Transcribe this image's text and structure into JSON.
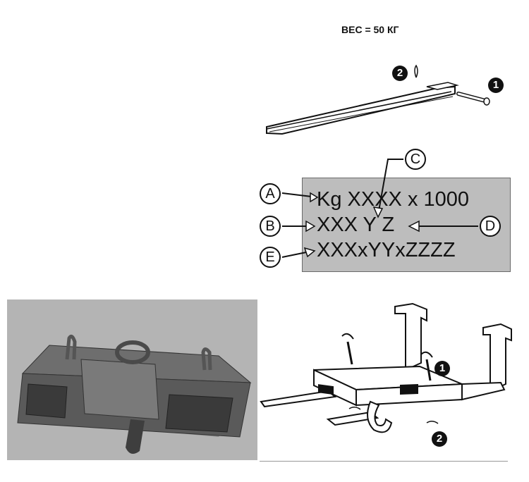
{
  "header": {
    "weight_label": "ВЕС = 50 КГ"
  },
  "plate": {
    "line1": "Kg XXXX x 1000",
    "line2": "XXX Y Z",
    "line3": "XXXxYYxZZZZ"
  },
  "callouts": {
    "a": "A",
    "b": "B",
    "c": "C",
    "d": "D",
    "e": "E"
  },
  "badges": {
    "one": "1",
    "two": "2"
  }
}
